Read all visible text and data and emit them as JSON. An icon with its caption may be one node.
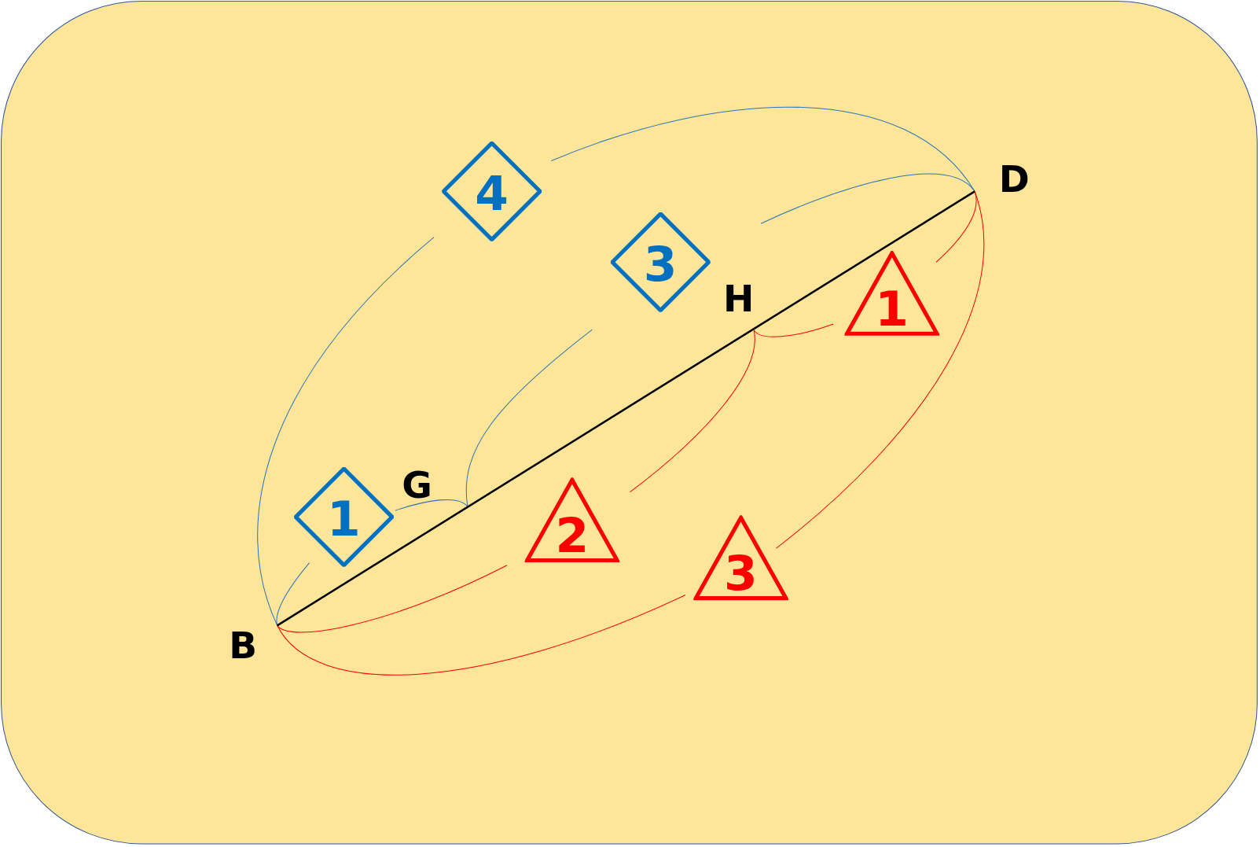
{
  "diagram": {
    "nodes": [
      {
        "text": [
          "4"
        ]
      },
      {
        "text": [
          "3"
        ]
      },
      {
        "text": [
          "1"
        ]
      },
      {
        "text": [
          "1"
        ]
      },
      {
        "text": [
          "2"
        ]
      },
      {
        "text": [
          "3"
        ]
      }
    ],
    "labels": [
      "D",
      "H",
      "G",
      "B"
    ]
  }
}
